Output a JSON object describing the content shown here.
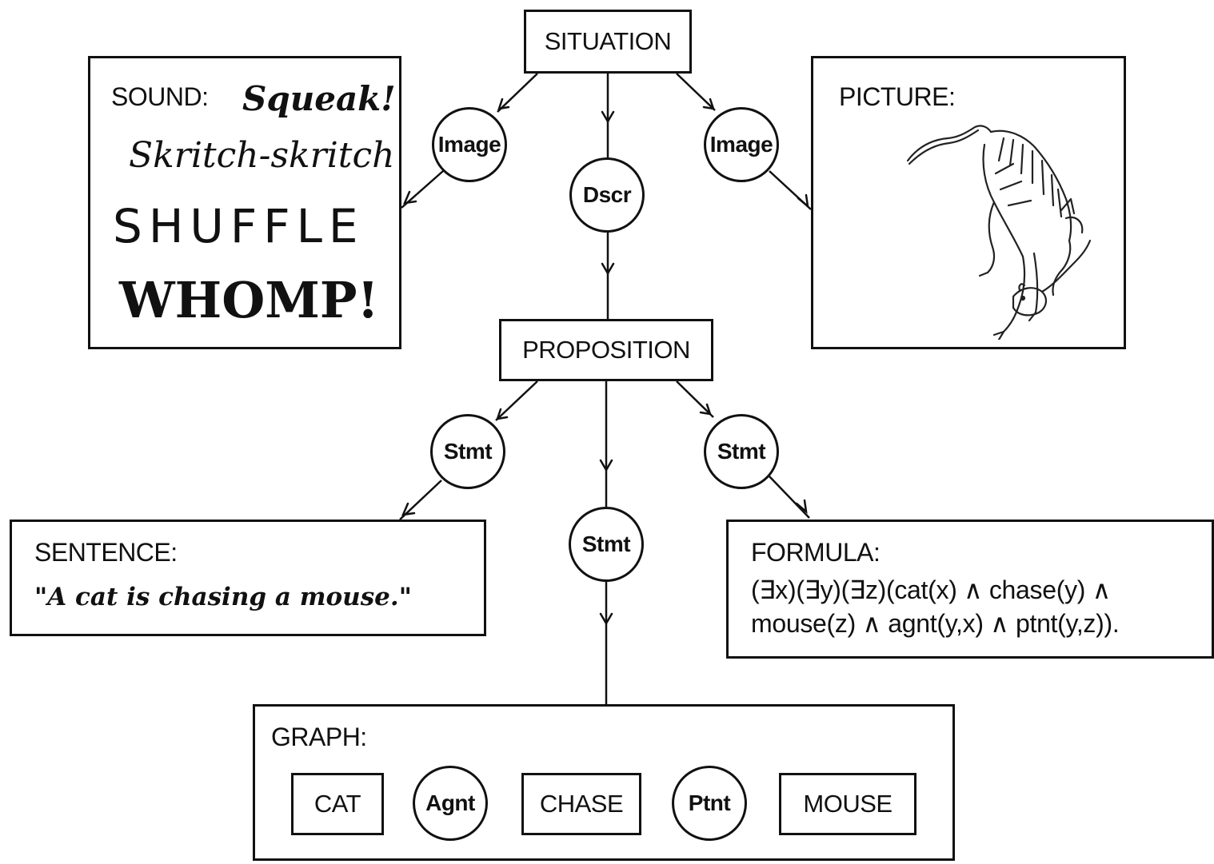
{
  "nodes": {
    "situation": "SITUATION",
    "proposition": "PROPOSITION",
    "image_left": "Image",
    "image_right": "Image",
    "dscr": "Dscr",
    "stmt_left": "Stmt",
    "stmt_center": "Stmt",
    "stmt_right": "Stmt"
  },
  "sound": {
    "label": "SOUND:",
    "words": [
      "Squeak!",
      "Skritch-skritch",
      "SHUFFLE",
      "WHOMP!"
    ]
  },
  "picture": {
    "label": "PICTURE:",
    "icon": "cat-catching-mouse-drawing"
  },
  "sentence": {
    "label": "SENTENCE:",
    "text": "\"A cat is chasing a mouse.\""
  },
  "formula": {
    "label": "FORMULA:",
    "line1": "(∃x)(∃y)(∃z)(cat(x) ∧ chase(y) ∧",
    "line2": "mouse(z) ∧ agnt(y,x) ∧ ptnt(y,z))."
  },
  "graph": {
    "label": "GRAPH:",
    "cat": "CAT",
    "agnt": "Agnt",
    "chase": "CHASE",
    "ptnt": "Ptnt",
    "mouse": "MOUSE"
  }
}
